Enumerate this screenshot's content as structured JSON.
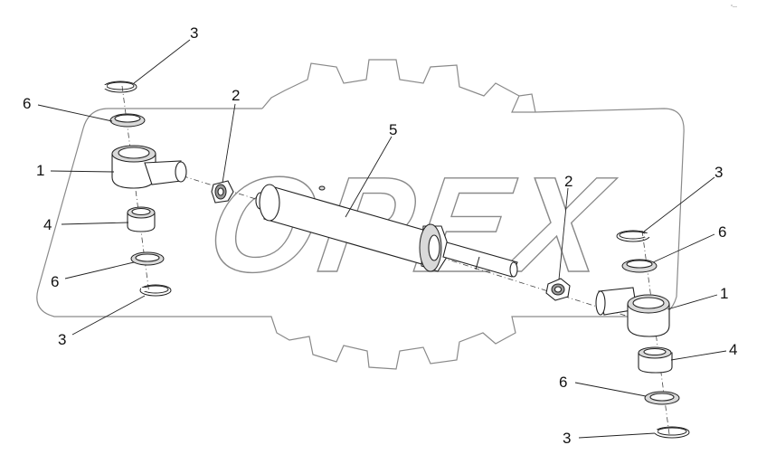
{
  "watermark": {
    "text": "OPEX",
    "color": "#8a8a8a"
  },
  "corner_mark": "°—",
  "labels": {
    "snap_ring_top_left": "3",
    "seal_top_left": "6",
    "rod_eye_left": "1",
    "bushing_left": "4",
    "seal_bottom_left": "6",
    "snap_ring_bottom_left": "3",
    "nut_left": "2",
    "cylinder": "5",
    "nut_right": "2",
    "snap_ring_top_right": "3",
    "seal_top_right": "6",
    "rod_eye_right": "1",
    "bushing_right": "4",
    "seal_bottom_right": "6",
    "snap_ring_bottom_right": "3"
  }
}
